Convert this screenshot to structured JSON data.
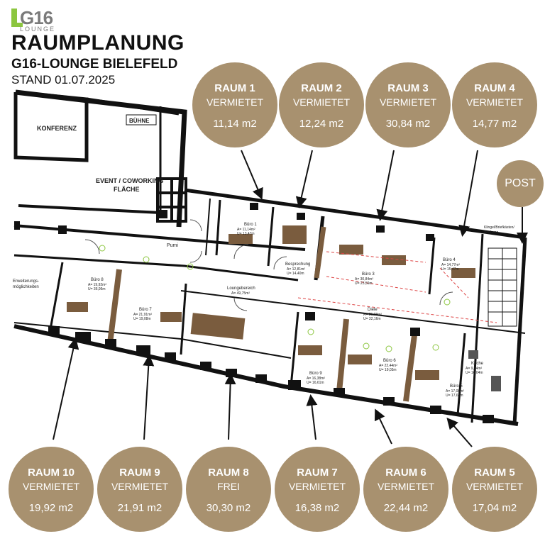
{
  "logo": {
    "mark": "G16",
    "sub": "LOUNGE"
  },
  "header": {
    "title": "RAUMPLANUNG",
    "subtitle": "G16-LOUNGE BIELEFELD",
    "stand": "STAND 01.07.2025"
  },
  "post_label": "POST",
  "rooms_top": [
    {
      "name": "RAUM 1",
      "status": "VERMIETET",
      "area": "11,14 m2"
    },
    {
      "name": "RAUM 2",
      "status": "VERMIETET",
      "area": "12,24 m2"
    },
    {
      "name": "RAUM 3",
      "status": "VERMIETET",
      "area": "30,84 m2"
    },
    {
      "name": "RAUM 4",
      "status": "VERMIETET",
      "area": "14,77 m2"
    }
  ],
  "rooms_bottom": [
    {
      "name": "RAUM 10",
      "status": "VERMIETET",
      "area": "19,92 m2"
    },
    {
      "name": "RAUM 9",
      "status": "VERMIETET",
      "area": "21,91 m2"
    },
    {
      "name": "RAUM 8",
      "status": "FREI",
      "area": "30,30 m2"
    },
    {
      "name": "RAUM 7",
      "status": "VERMIETET",
      "area": "16,38 m2"
    },
    {
      "name": "RAUM 6",
      "status": "VERMIETET",
      "area": "22,44 m2"
    },
    {
      "name": "RAUM 5",
      "status": "VERMIETET",
      "area": "17,04 m2"
    }
  ],
  "plan_labels": {
    "konferenz": "KONFERENZ",
    "buehne": "BÜHNE",
    "event_1": "EVENT / COWORKING",
    "event_2": "FLÄCHE",
    "pumi": "Pumi",
    "erweiterung_1": "Erweiterungs-",
    "erweiterung_2": "möglichkeiten",
    "klingel_1": "Klingel/Briefkästen/",
    "klingel_2": "Werbung",
    "besprechung": "Besprechung",
    "besprechung_a": "A= 12,81m²",
    "besprechung_u": "U= 14,40m",
    "buero1": "Büro 1",
    "buero1_a": "A= 11,14m²",
    "buero1_u": "U= 13,47m",
    "buero3": "Büro 3",
    "buero3_a": "A= 30,84m²",
    "buero3_u": "U= 23,56m",
    "buero4": "Büro 4",
    "buero4_a": "A= 14,77m²",
    "buero4_u": "U= 15,47m",
    "buero8": "Büro 8",
    "buero8_a": "A= 19,92m²",
    "buero8_u": "U= 36,95m",
    "buero7": "Büro 7",
    "buero7_a": "A= 21,91m²",
    "buero7_u": "U= 19,08m",
    "lounge": "Loungebereich",
    "lounge_a": "A= 49,75m²",
    "diele": "Diele",
    "diele_a": "A= 25,98m²",
    "diele_u": "U= 32,16m",
    "buero9": "Büro 9",
    "buero9_a": "A= 16,38m²",
    "buero9_u": "U= 16,61m",
    "buero6": "Büro 6",
    "buero6_a": "A= 22,44m²",
    "buero6_u": "U= 19,03m",
    "kueche": "Küche",
    "kueche_a": "A= 9,94m²",
    "kueche_u": "U= 16,04m",
    "buero5": "Büro 5",
    "buero5_a": "A= 17,08m²",
    "buero5_u": "U= 17,66m"
  },
  "colors": {
    "circle": "#a8916f",
    "wall": "#111111",
    "furniture": "#7a5c3e",
    "logo_green": "#8cc63f"
  }
}
